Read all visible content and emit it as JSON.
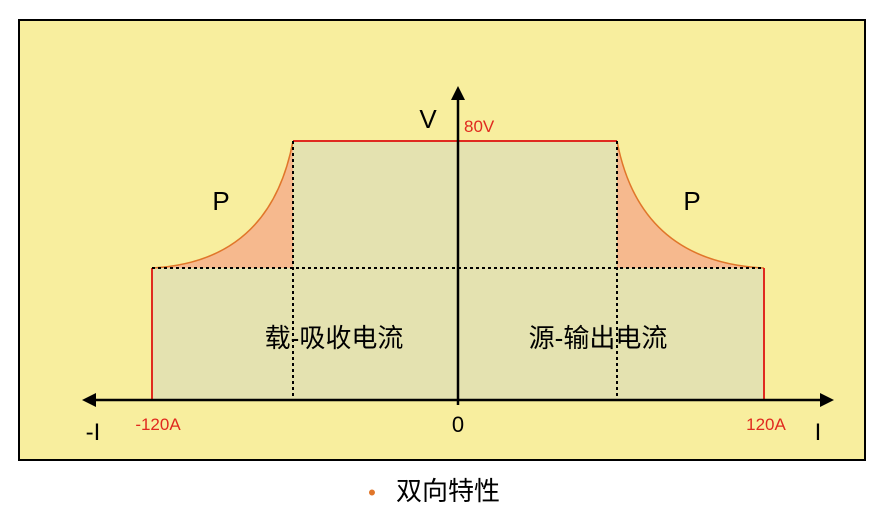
{
  "diagram": {
    "axis_v_label": "V",
    "axis_i_label": "I",
    "axis_neg_i_label": "-I",
    "origin_label": "0",
    "v_max_label": "80V",
    "i_neg_label": "-120A",
    "i_pos_label": "120A",
    "power_left_label": "P",
    "power_right_label": "P",
    "region_left_label": "载-吸收电流",
    "region_right_label": "源-输出电流"
  },
  "caption": {
    "bullet": "•",
    "text": "双向特性"
  },
  "colors": {
    "panel_bg": "#f8ee9e",
    "region_fill": "#e4e2b0",
    "power_fill": "#f6b98e",
    "boundary": "#e02a1f",
    "curve": "#e0762a",
    "accent_text": "#e02a1f",
    "axis": "#000000",
    "bullet": "#e0762a"
  }
}
